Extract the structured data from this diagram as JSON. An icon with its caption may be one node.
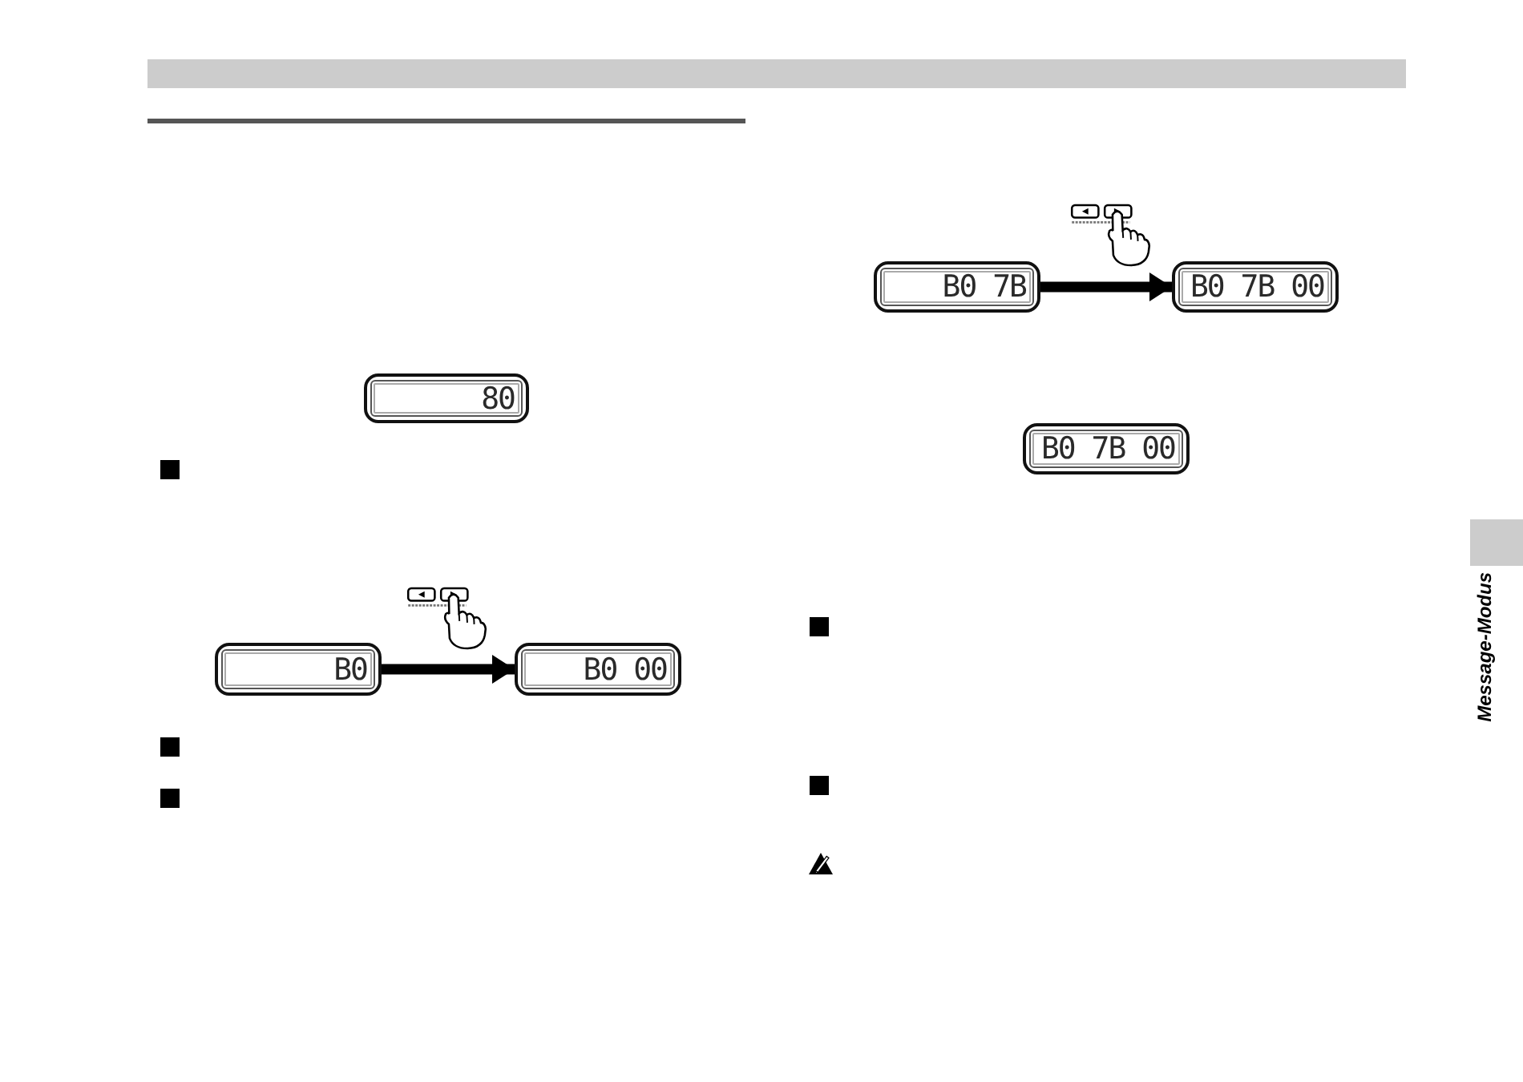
{
  "diagram": {
    "nodes": [
      {
        "text": [
          "80"
        ]
      },
      {
        "text": [
          "B0"
        ]
      },
      {
        "text": [
          "B0 00"
        ]
      },
      {
        "text": [
          "B0 7B"
        ]
      },
      {
        "text": [
          "B0 7B 00"
        ]
      },
      {
        "text": [
          "B0 7B 00"
        ]
      }
    ],
    "edges": [
      {
        "from": 1,
        "to": 2,
        "arrow": "to"
      },
      {
        "from": 3,
        "to": 4,
        "arrow": "to"
      }
    ],
    "labels": [
      "Message-Modus"
    ]
  }
}
